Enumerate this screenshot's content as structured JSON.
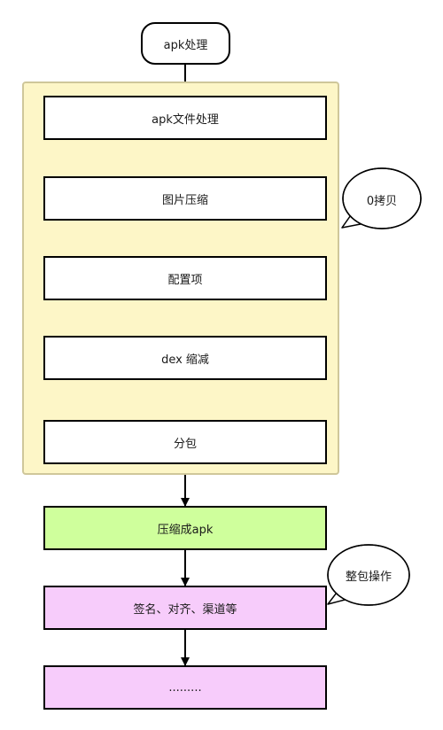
{
  "start": {
    "label": "apk处理"
  },
  "group": {
    "steps": [
      {
        "label": "apk文件处理"
      },
      {
        "label": "图片压缩"
      },
      {
        "label": "配置项"
      },
      {
        "label": "dex 缩减"
      },
      {
        "label": "分包"
      }
    ]
  },
  "compress": {
    "label": "压缩成apk"
  },
  "sign": {
    "label": "签名、对齐、渠道等"
  },
  "more": {
    "label": "........."
  },
  "callouts": {
    "zero_copy": "0拷贝",
    "package_ops": "整包操作"
  },
  "colors": {
    "group_fill": "#fdf6c7",
    "group_border": "#cfc79a",
    "green": "#cfff9c",
    "pink": "#f7ccfb"
  }
}
